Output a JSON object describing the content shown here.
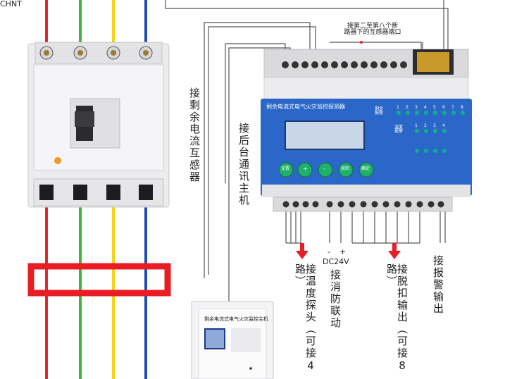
{
  "brand": "CHNT",
  "top_label": "接第二至第八个断\n路器下的互感器端口",
  "device_title": "剩余电流式电气火灾监控探测器",
  "panel_title": "剩余电流式电气火灾监控主机",
  "labels": {
    "residual": "接剩余电流互感器",
    "host": "接后台通讯主机",
    "temp": "接温度探头（可接4路）",
    "fire": "接消防联动",
    "trip": "接脱扣输出（可接8路）",
    "alarm": "接报警输出",
    "dc": "DC24V",
    "dc_minus": "-",
    "dc_plus": "+",
    "temp_group_label": "温度\n报警",
    "res_group_label": "剩余\n报警"
  },
  "led_numbers_top": [
    "1",
    "2",
    "3",
    "4",
    "5",
    "6",
    "7",
    "8"
  ],
  "led_numbers_mid": [
    "1",
    "2",
    "3",
    "4"
  ],
  "buttons": [
    "设置",
    "+",
    "-",
    "返回",
    "确定"
  ],
  "colors": {
    "red": "#e8232a",
    "yellow": "#f3d21a",
    "green": "#41b53a",
    "blue": "#1f4fb5",
    "frame": "#e81c24",
    "device_blue": "#2a67c8"
  }
}
